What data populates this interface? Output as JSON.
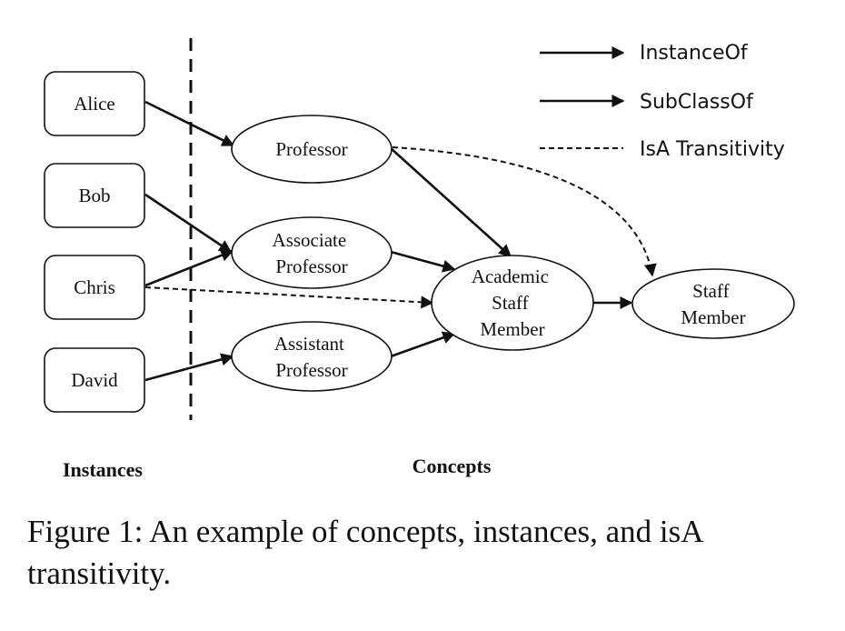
{
  "legend": {
    "instance_of": "InstanceOf",
    "subclass_of": "SubClassOf",
    "isa_transitivity": "IsA Transitivity"
  },
  "instances": {
    "alice": "Alice",
    "bob": "Bob",
    "chris": "Chris",
    "david": "David"
  },
  "concepts": {
    "professor": [
      "Professor"
    ],
    "associate_professor": [
      "Associate",
      "Professor"
    ],
    "assistant_professor": [
      "Assistant",
      "Professor"
    ],
    "academic_staff_member": [
      "Academic",
      "Staff",
      "Member"
    ],
    "staff_member": [
      "Staff",
      "Member"
    ]
  },
  "sections": {
    "instances": "Instances",
    "concepts": "Concepts"
  },
  "caption": "Figure 1: An example of concepts, instances, and isA transitivity."
}
